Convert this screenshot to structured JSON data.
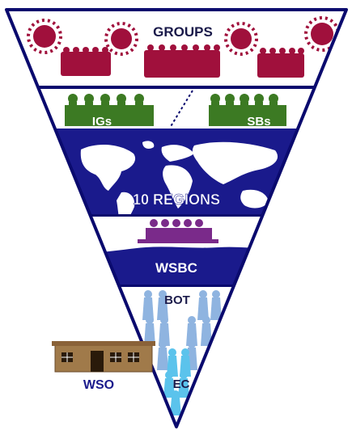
{
  "tiers": {
    "groups": "GROUPS",
    "igs": "IGs",
    "sbs": "SBs",
    "regions": "10 REGIONS",
    "wsbc": "WSBC",
    "bot": "BOT",
    "ec": "EC"
  },
  "building": {
    "label": "WSO"
  },
  "colors": {
    "outline": "#0a0a6e",
    "navy": "#1a1a8c",
    "groups": "#a0103c",
    "igs_sbs": "#3c7a23",
    "wsbc_people": "#7a2a8a",
    "bot_people": "#8fb4e0",
    "ec_people": "#5bc3ec",
    "building": "#a07a4a"
  }
}
